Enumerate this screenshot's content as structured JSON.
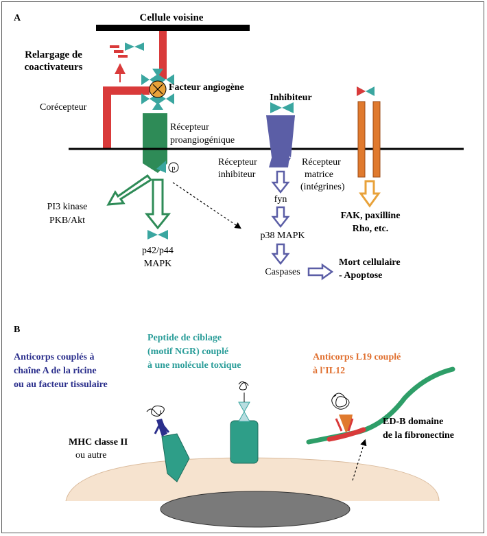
{
  "panel_a": {
    "letter": "A",
    "neighbor_cell": "Cellule voisine",
    "release_line1": "Relargage de",
    "release_line2": "coactivateurs",
    "angiogenic_factor": "Facteur angiogène",
    "coreceptor": "Corécepteur",
    "receptor_line1": "Récepteur",
    "receptor_line2": "proangiogénique",
    "phospho": "p",
    "inhibitor": "Inhibiteur",
    "inhib_receptor_line1": "Récepteur",
    "inhib_receptor_line2": "inhibiteur",
    "matrix_receptor_line1": "Récepteur",
    "matrix_receptor_line2": "matrice",
    "matrix_receptor_line3": "(intégrines)",
    "pi3_line1": "PI3 kinase",
    "pi3_line2": "PKB/Akt",
    "p42_line1": "p42/p44",
    "p42_line2": "MAPK",
    "fyn": "fyn",
    "p38": "p38 MAPK",
    "caspases": "Caspases",
    "fak_line1": "FAK, paxilline",
    "fak_line2": "Rho, etc.",
    "death_line1": "Mort cellulaire",
    "death_line2": "- Apoptose"
  },
  "panel_b": {
    "letter": "B",
    "antibody_line1": "Anticorps couplés à",
    "antibody_line2": "chaîne A de la ricine",
    "antibody_line3": "ou au facteur tissulaire",
    "peptide_line1": "Peptide de ciblage",
    "peptide_line2": "(motif NGR) couplé",
    "peptide_line3": "à une molécule toxique",
    "l19_line1": "Anticorps L19 couplé",
    "l19_line2": "à l'IL12",
    "mhc_line1": "MHC classe II",
    "mhc_line2": "ou autre",
    "edb_line1": "ED-B domaine",
    "edb_line2": "de la fibronectine"
  },
  "colors": {
    "red": "#d93a3a",
    "green": "#2e8b57",
    "teal": "#3aa6a0",
    "purple": "#5b5ea6",
    "orange": "#e07a2e",
    "yellow_orange": "#e8a23a",
    "dark_blue": "#2b2f8c",
    "teal_text": "#2a9d99",
    "orange_text": "#e07030",
    "membrane_b": "#f6e3cf",
    "nucleus": "#7a7a7a"
  }
}
